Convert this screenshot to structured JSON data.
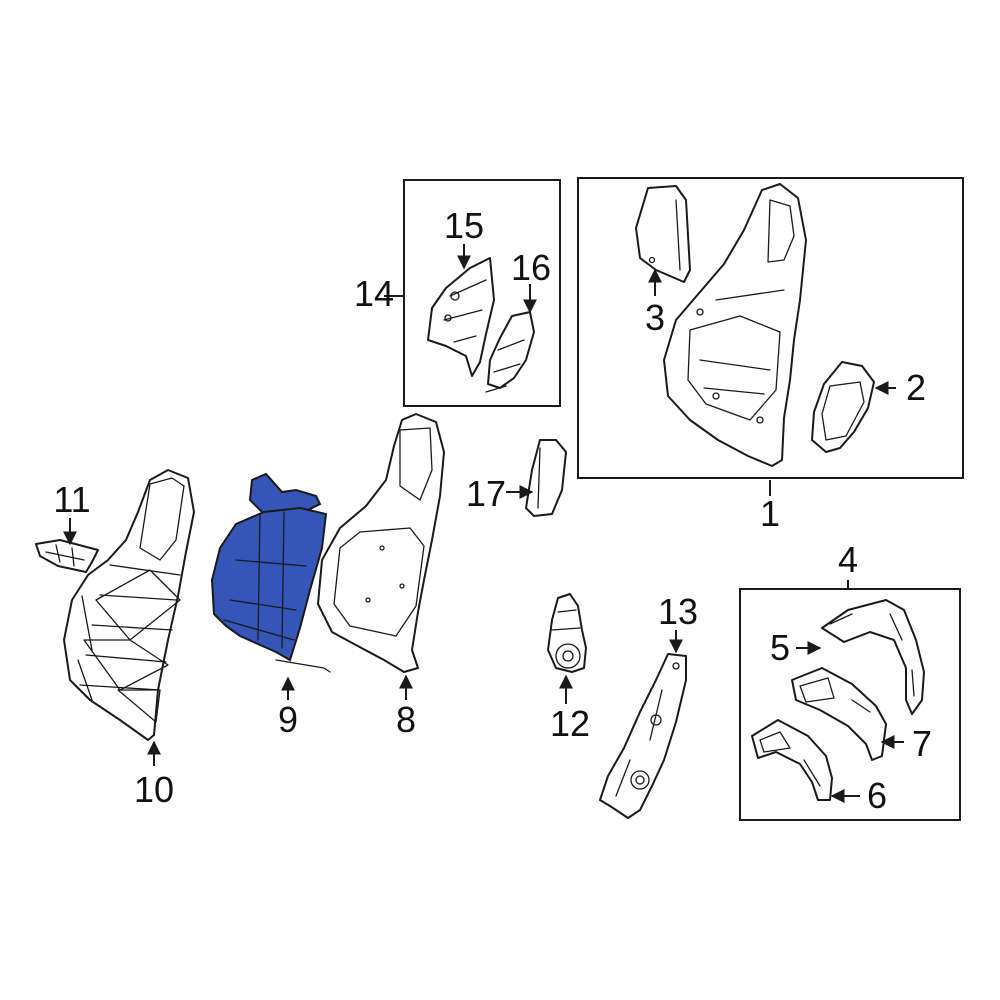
{
  "diagram": {
    "highlight_color": "#3555b8",
    "line_color": "#1a1a1a",
    "callouts": [
      "1",
      "2",
      "3",
      "4",
      "5",
      "6",
      "7",
      "8",
      "9",
      "10",
      "11",
      "12",
      "13",
      "14",
      "15",
      "16",
      "17"
    ],
    "highlighted_part": "9"
  }
}
